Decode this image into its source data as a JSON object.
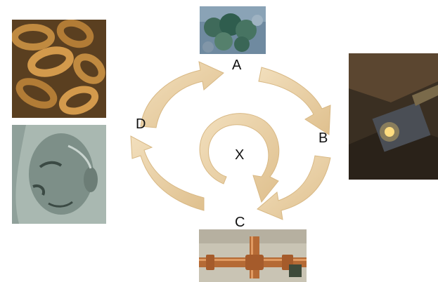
{
  "labels": {
    "a": "A",
    "b": "B",
    "c": "C",
    "d": "D",
    "x": "X"
  },
  "colors": {
    "arrow": "#e9cfa2",
    "arrow_edge": "#d8b884",
    "background": "#ffffff"
  },
  "images": {
    "a": "mineral-ore-rock",
    "b": "underground-mine-tunnel",
    "c": "copper-pipes",
    "d_top": "rusty-chain-links",
    "d_bottom": "weathered-statue-face"
  }
}
